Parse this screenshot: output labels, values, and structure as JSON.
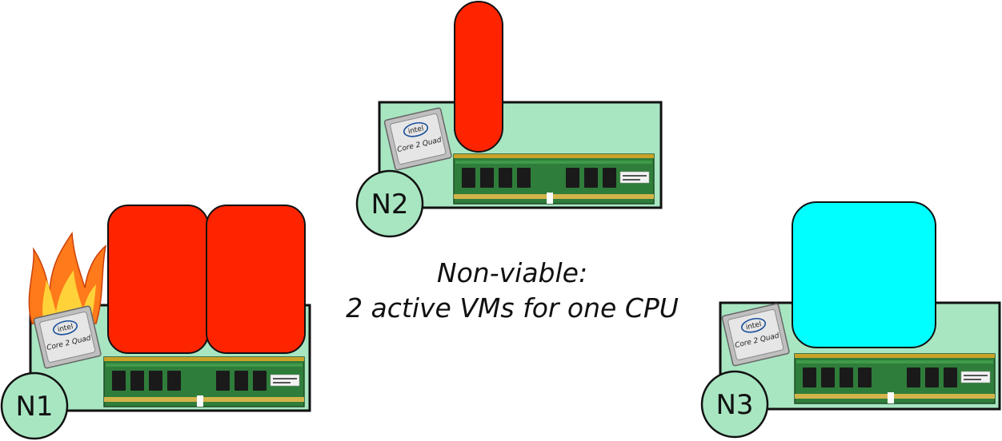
{
  "nodes": [
    {
      "id": "N1",
      "label": "N1",
      "vms": 2,
      "overloaded": true
    },
    {
      "id": "N2",
      "label": "N2",
      "vms": 1,
      "overloaded": false
    },
    {
      "id": "N3",
      "label": "N3",
      "vms": 1,
      "overloaded": false
    }
  ],
  "cpu": {
    "brand": "intel",
    "model": "Core 2 Quad"
  },
  "caption": {
    "line1": "Non-viable:",
    "line2": "2 active VMs for one CPU"
  },
  "colors": {
    "board": "#a8e6c2",
    "vm_active_red": "#ff2400",
    "vm_cyan": "#00ffff",
    "flame_outer": "#ff7a1a",
    "flame_inner": "#ffd23a",
    "ram_pcb": "#2f7d3a",
    "ram_chip": "#1a1a1a",
    "gold_contacts": "#c9a227"
  }
}
